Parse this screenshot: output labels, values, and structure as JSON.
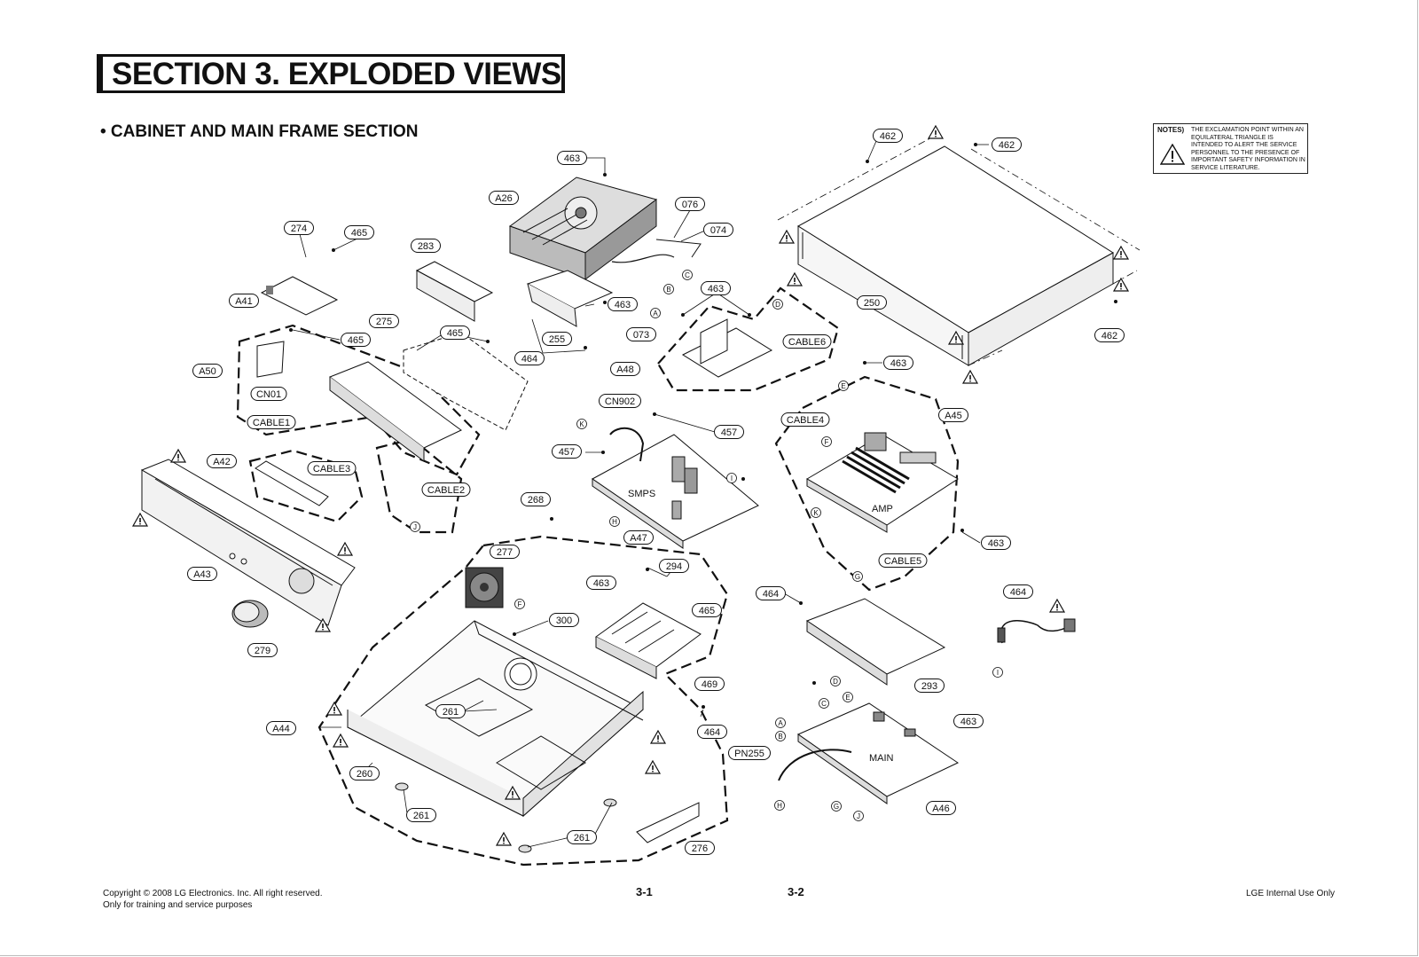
{
  "title": "SECTION 3. EXPLODED VIEWS",
  "subtitle": "• CABINET AND MAIN FRAME SECTION",
  "notes": {
    "label": "NOTES)",
    "text": "THE EXCLAMATION POINT WITHIN AN EQUILATERAL TRIANGLE IS INTENDED TO ALERT THE SERVICE PERSONNEL TO THE PRESENCE OF IMPORTANT SAFETY INFORMATION IN SERVICE LITERATURE."
  },
  "callouts": [
    "463",
    "A26",
    "076",
    "074",
    "462",
    "462",
    "274",
    "465",
    "283",
    "A41",
    "463",
    "255",
    "464",
    "073",
    "463",
    "A48",
    "CABLE6",
    "250",
    "462",
    "275",
    "465",
    "465",
    "A50",
    "CN01",
    "CABLE1",
    "CABLE2",
    "A42",
    "CABLE3",
    "A43",
    "279",
    "CN902",
    "457",
    "457",
    "A47",
    "463",
    "A45",
    "CABLE4",
    "CABLE5",
    "463",
    "464",
    "268",
    "277",
    "463",
    "294",
    "465",
    "300",
    "464",
    "293",
    "469",
    "464",
    "A44",
    "261",
    "260",
    "261",
    "261",
    "276",
    "PN255",
    "463",
    "A46"
  ],
  "connector_letters": [
    "A",
    "B",
    "C",
    "D",
    "E",
    "F",
    "G",
    "H",
    "I",
    "J",
    "K"
  ],
  "board_labels": {
    "smps": "SMPS",
    "amp": "AMP",
    "main": "MAIN"
  },
  "footer": {
    "copyright": "Copyright © 2008 LG Electronics. Inc. All right reserved.",
    "purpose": "Only for training and service purposes",
    "page_left": "3-1",
    "page_right": "3-2",
    "internal": "LGE Internal Use Only"
  }
}
